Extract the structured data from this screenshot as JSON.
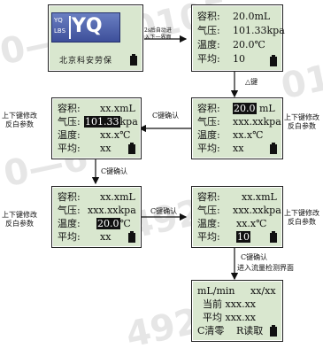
{
  "watermark": [
    "0—",
    "0105",
    "0—6",
    "492",
    "01",
    "4920"
  ],
  "screen_logo": {
    "logo_text": "YQ",
    "logo_sub_1": "YQ",
    "logo_sub_2": "LBS",
    "company": "北京科安劳保"
  },
  "screen_top_right": {
    "vol_label": "容积:",
    "vol_value": "20.0mL",
    "pres_label": "气压:",
    "pres_value": "101.33kpa",
    "temp_label": "温度:",
    "temp_value": "20.0℃",
    "avg_label": "平均:",
    "avg_value": "10"
  },
  "screen_mid_right": {
    "vol_label": "容积:",
    "vol_value_hl": "20.0",
    "vol_unit": "mL",
    "pres_label": "气压:",
    "pres_value": "xxx.xxkpa",
    "temp_label": "温度:",
    "temp_value": "xx.x℃",
    "avg_label": "平均:",
    "avg_value": "xx"
  },
  "screen_mid_left": {
    "vol_label": "容积:",
    "vol_value": "xx.xmL",
    "pres_label": "气压:",
    "pres_value_hl": "101.33",
    "pres_unit": "kpa",
    "temp_label": "温度:",
    "temp_value": "xx.x℃",
    "avg_label": "平均:",
    "avg_value": "xx"
  },
  "screen_low_left": {
    "vol_label": "容积:",
    "vol_value": "xx.xmL",
    "pres_label": "气压:",
    "pres_value": "xxx.xxkpa",
    "temp_label": "温度:",
    "temp_value_hl": "20.0",
    "temp_unit": "℃",
    "avg_label": "平均:",
    "avg_value": "xx"
  },
  "screen_low_right": {
    "vol_label": "容积:",
    "vol_value": "xx.xmL",
    "pres_label": "气压:",
    "pres_value": "xxx.xxkpa",
    "temp_label": "温度:",
    "temp_value": "xx.x℃",
    "avg_label": "平均:",
    "avg_value_hl": "10"
  },
  "screen_bottom": {
    "line1_left": "mL/min",
    "line1_right": "xx/xx",
    "line2": "当前 xxx.xx",
    "line3": "平均 xxx.xx",
    "line4_left": "C清零",
    "line4_right": "R读取"
  },
  "notes": {
    "auto_enter_1": "2s后自动进",
    "auto_enter_2": "入下一界面",
    "tri_key": "△键",
    "c_confirm_1": "C键确认",
    "c_confirm_2": "C键确认",
    "c_confirm_3": "C键确认",
    "c_confirm_4": "C键确认",
    "enter_flow": "进入流量检测界面",
    "updown_1a": "上下键修改",
    "updown_1b": "反白参数",
    "updown_2a": "上下键修改",
    "updown_2b": "反白参数",
    "updown_3a": "上下键修改",
    "updown_3b": "反白参数",
    "updown_4a": "上下键修改",
    "updown_4b": "反白参数"
  }
}
